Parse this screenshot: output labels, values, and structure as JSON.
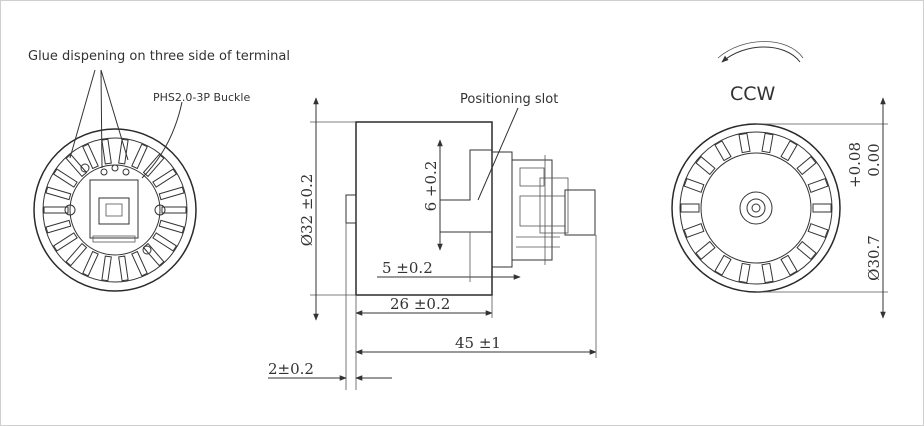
{
  "labels": {
    "glue": "Glue dispening on three side of terminal",
    "buckle": "PHS2.0-3P Buckle",
    "slot": "Positioning slot",
    "ccw": "CCW"
  },
  "dimensions": {
    "dia32": "Ø32 ±0.2",
    "tol6": "6 +0.2",
    "five": "5 ±0.2",
    "twentysix": "26 ±0.2",
    "fortyfive": "45 ±1",
    "two": "2±0.2",
    "dia307": "Ø30.7",
    "tol_upper": "+0.08",
    "tol_lower": "0.00"
  }
}
